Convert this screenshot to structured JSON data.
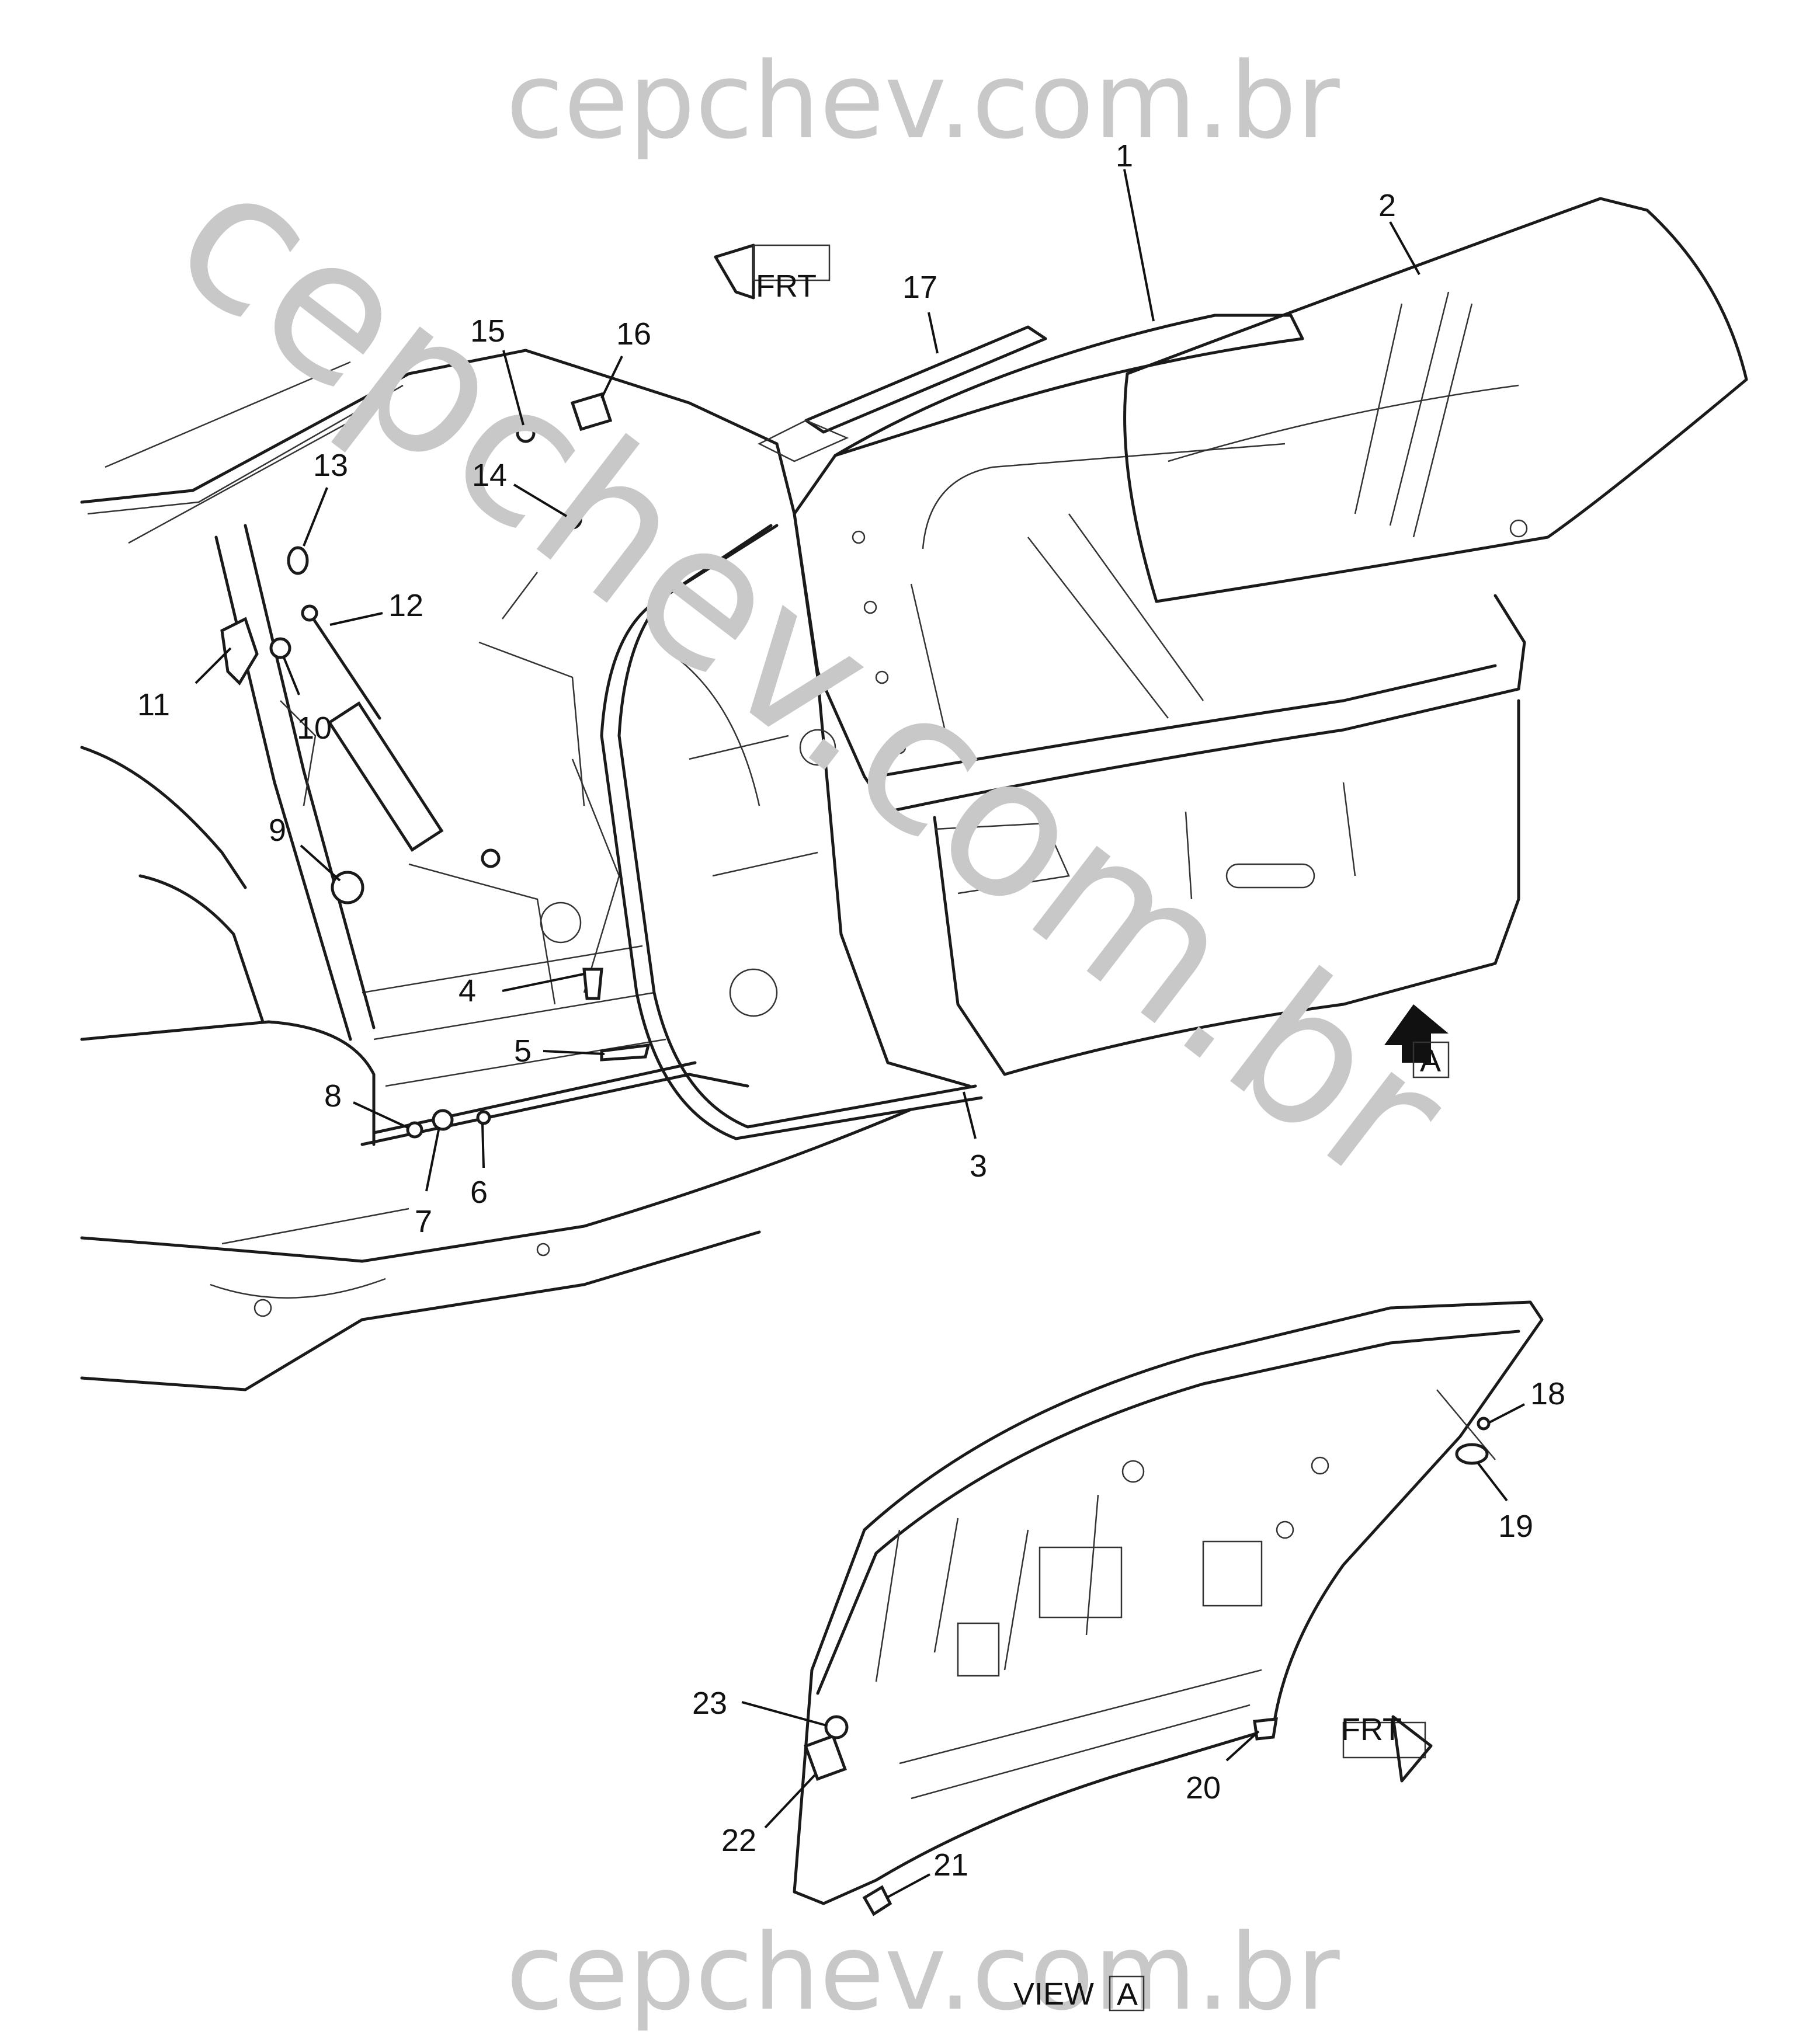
{
  "watermark": {
    "top": "cepchev.com.br",
    "diagonal": "cepchev.com.br",
    "bottom": "cepchev.com.br"
  },
  "view_label": {
    "text": "VIEW",
    "box": "A"
  },
  "arrow_label": "A",
  "frt_labels": [
    "FRT",
    "FRT"
  ],
  "callouts": [
    "1",
    "2",
    "3",
    "4",
    "5",
    "6",
    "7",
    "8",
    "9",
    "10",
    "11",
    "12",
    "13",
    "14",
    "15",
    "16",
    "17",
    "18",
    "19",
    "20",
    "21",
    "22",
    "23"
  ]
}
